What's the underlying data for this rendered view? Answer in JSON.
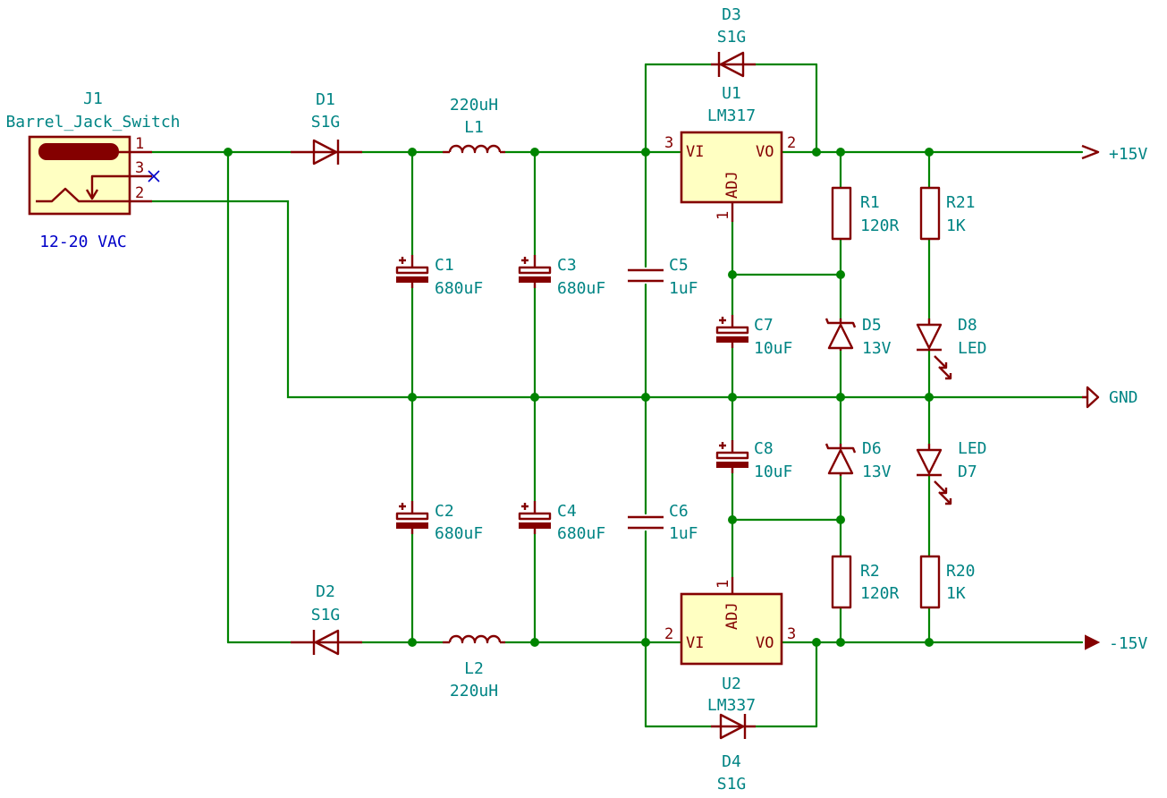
{
  "colors": {
    "wire": "#008400",
    "component": "#840000",
    "component_body": "#ffffc2",
    "reference_text": "#008484",
    "note_text": "#0000c8",
    "background": "#ffffff"
  },
  "icons": [
    "barrel-jack-icon",
    "diode-icon",
    "inductor-icon",
    "polarized-capacitor-icon",
    "capacitor-icon",
    "resistor-icon",
    "zener-diode-icon",
    "led-icon",
    "regulator-icon",
    "power-flag-icon",
    "ground-flag-icon",
    "no-connect-icon"
  ],
  "input_note": "12-20 VAC",
  "components": {
    "J1": {
      "ref": "J1",
      "value": "Barrel_Jack_Switch",
      "pins": [
        "1",
        "3",
        "2"
      ]
    },
    "D1": {
      "ref": "D1",
      "value": "S1G"
    },
    "D2": {
      "ref": "D2",
      "value": "S1G"
    },
    "D3": {
      "ref": "D3",
      "value": "S1G"
    },
    "D4": {
      "ref": "D4",
      "value": "S1G"
    },
    "L1": {
      "ref": "L1",
      "value": "220uH"
    },
    "L2": {
      "ref": "L2",
      "value": "220uH"
    },
    "C1": {
      "ref": "C1",
      "value": "680uF"
    },
    "C2": {
      "ref": "C2",
      "value": "680uF"
    },
    "C3": {
      "ref": "C3",
      "value": "680uF"
    },
    "C4": {
      "ref": "C4",
      "value": "680uF"
    },
    "C5": {
      "ref": "C5",
      "value": "1uF"
    },
    "C6": {
      "ref": "C6",
      "value": "1uF"
    },
    "C7": {
      "ref": "C7",
      "value": "10uF"
    },
    "C8": {
      "ref": "C8",
      "value": "10uF"
    },
    "U1": {
      "ref": "U1",
      "value": "LM317",
      "pin_vi": "VI",
      "pin_vo": "VO",
      "pin_adj": "ADJ",
      "pin_vi_num": "3",
      "pin_vo_num": "2",
      "pin_adj_num": "1"
    },
    "U2": {
      "ref": "U2",
      "value": "LM337",
      "pin_vi": "VI",
      "pin_vo": "VO",
      "pin_adj": "ADJ",
      "pin_vi_num": "2",
      "pin_vo_num": "3",
      "pin_adj_num": "1"
    },
    "R1": {
      "ref": "R1",
      "value": "120R"
    },
    "R2": {
      "ref": "R2",
      "value": "120R"
    },
    "R20": {
      "ref": "R20",
      "value": "1K"
    },
    "R21": {
      "ref": "R21",
      "value": "1K"
    },
    "D5": {
      "ref": "D5",
      "value": "13V"
    },
    "D6": {
      "ref": "D6",
      "value": "13V"
    },
    "D7": {
      "ref": "D7",
      "value": "LED"
    },
    "D8": {
      "ref": "D8",
      "value": "LED"
    }
  },
  "nets": {
    "pos": "+15V",
    "gnd": "GND",
    "neg": "-15V"
  }
}
